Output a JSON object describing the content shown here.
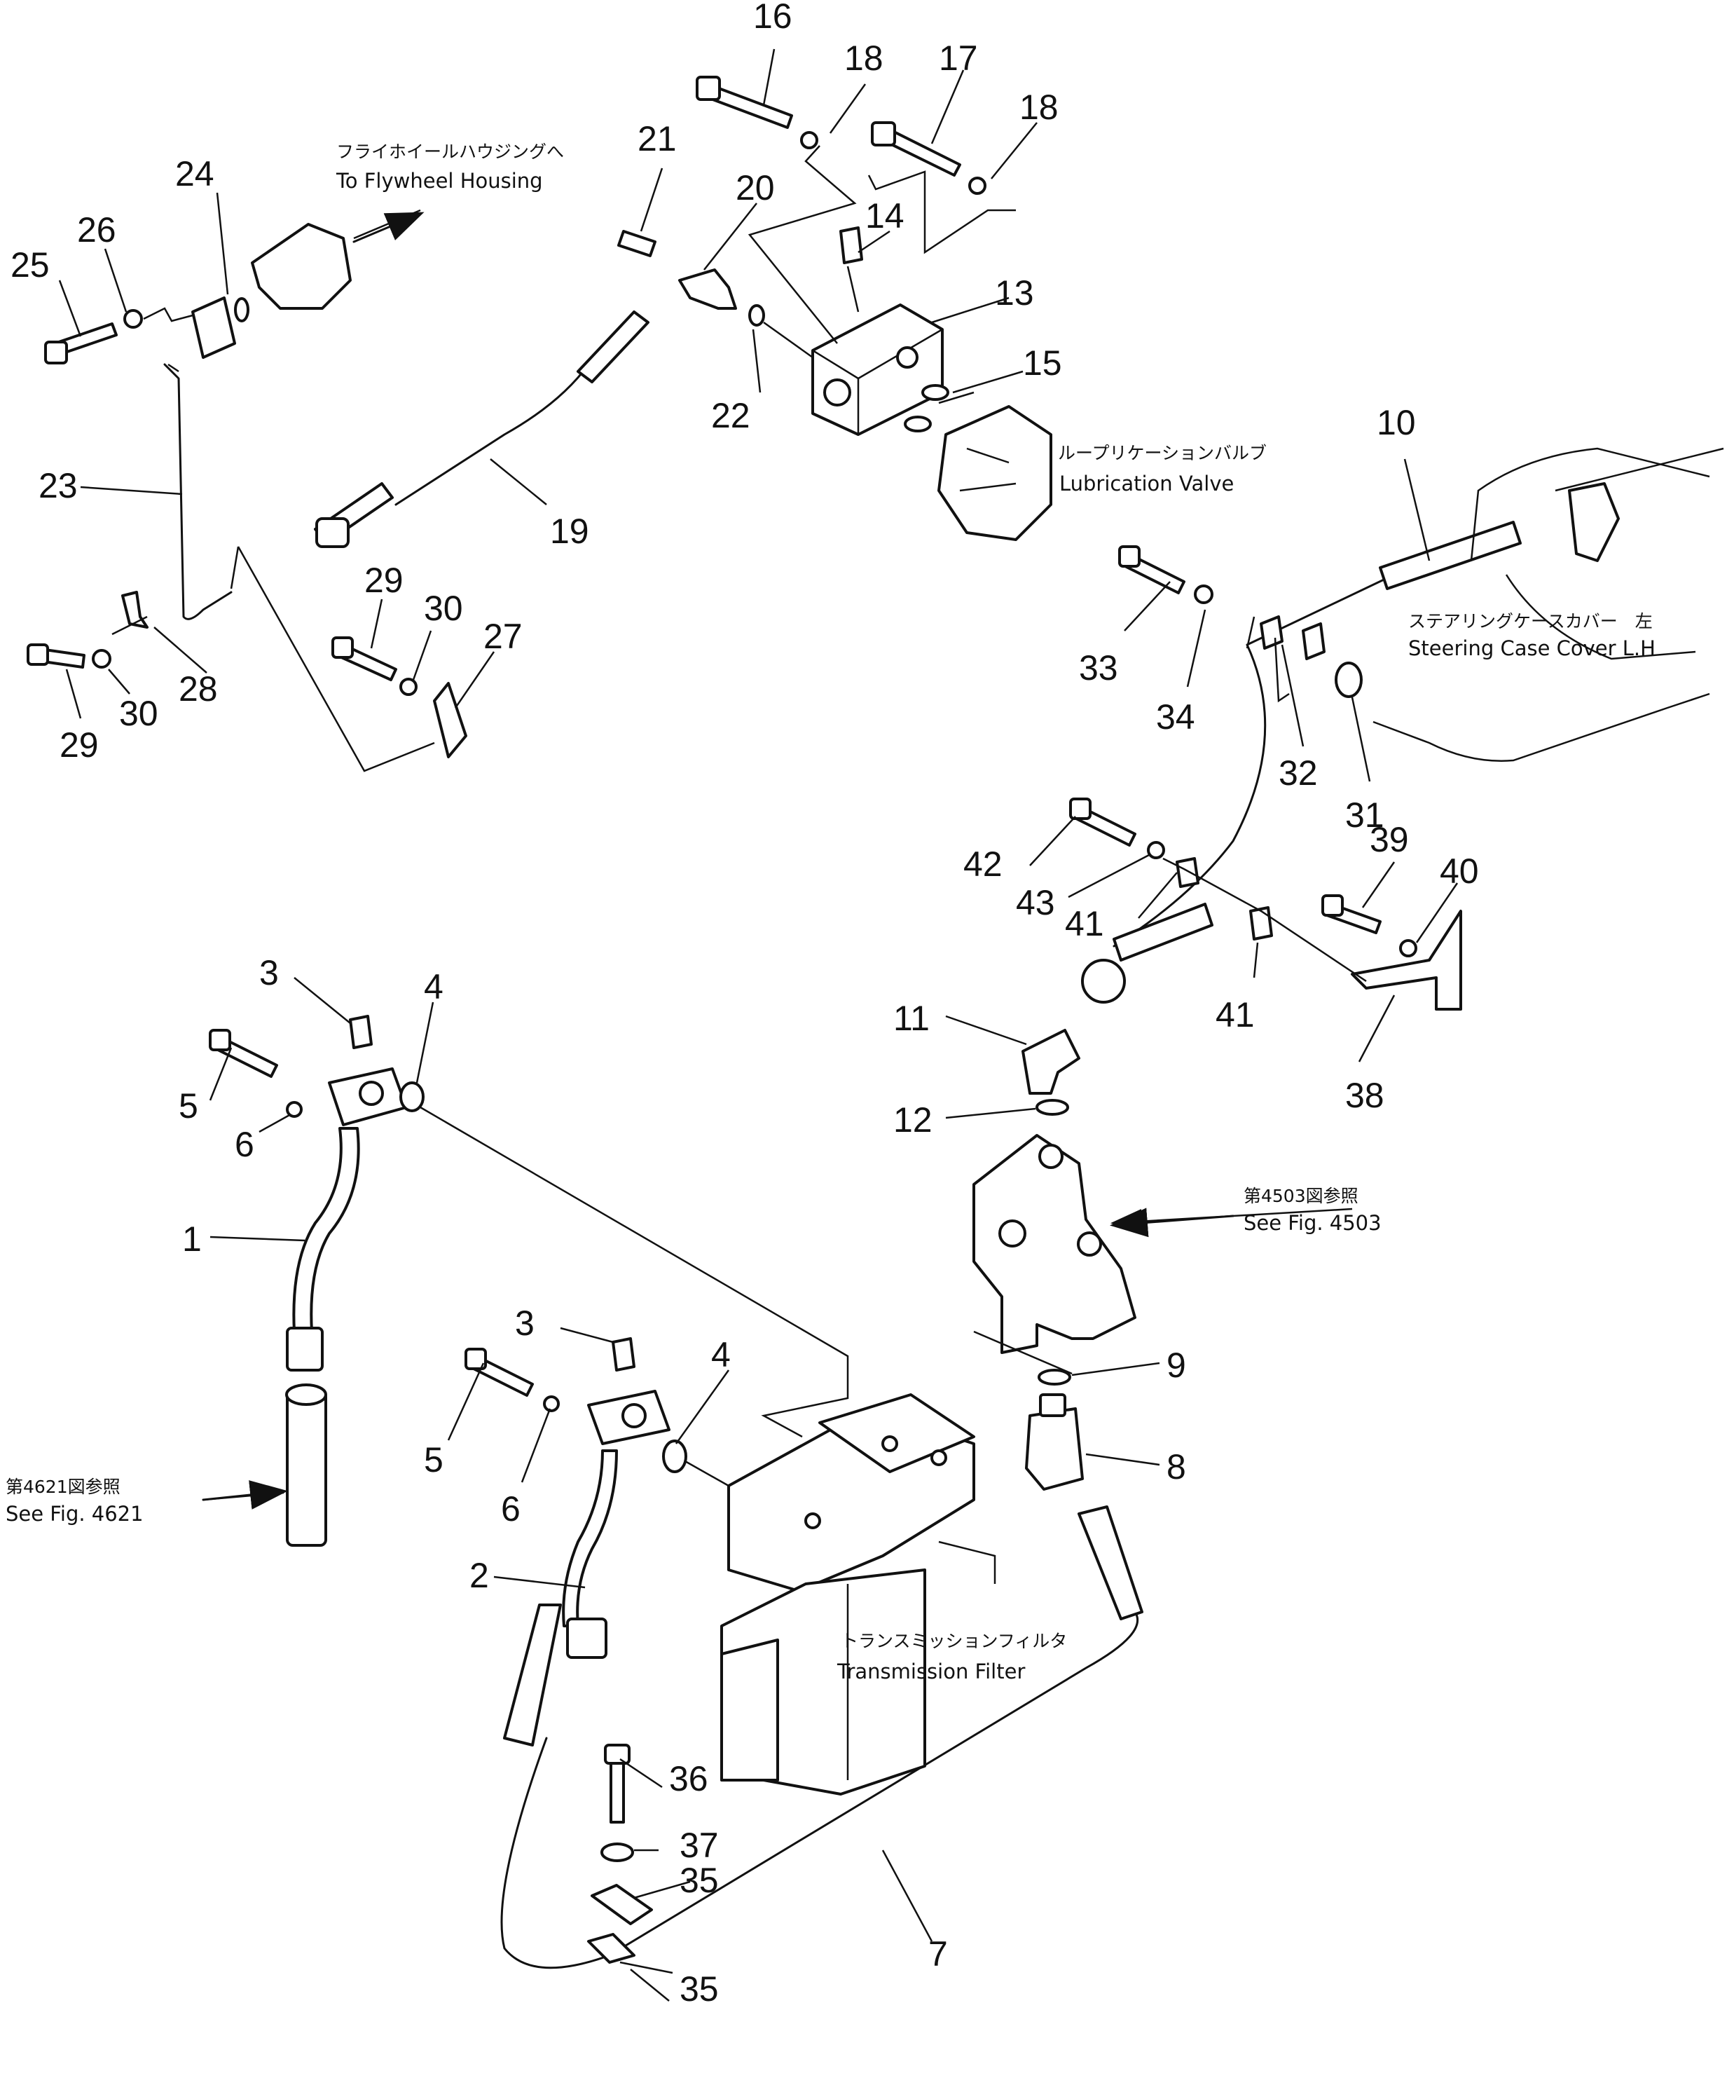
{
  "labels": {
    "n1": "1",
    "n2": "2",
    "n3a": "3",
    "n3b": "3",
    "n4a": "4",
    "n4b": "4",
    "n5a": "5",
    "n5b": "5",
    "n6a": "6",
    "n6b": "6",
    "n7": "7",
    "n8": "8",
    "n9": "9",
    "n10": "10",
    "n11": "11",
    "n12": "12",
    "n13": "13",
    "n14": "14",
    "n15": "15",
    "n16": "16",
    "n17": "17",
    "n18a": "18",
    "n18b": "18",
    "n19": "19",
    "n20": "20",
    "n21": "21",
    "n22": "22",
    "n23": "23",
    "n24": "24",
    "n25": "25",
    "n26": "26",
    "n27": "27",
    "n28": "28",
    "n29a": "29",
    "n29b": "29",
    "n30a": "30",
    "n30b": "30",
    "n31": "31",
    "n32": "32",
    "n33": "33",
    "n34": "34",
    "n35a": "35",
    "n35b": "35",
    "n36": "36",
    "n37": "37",
    "n38": "38",
    "n39": "39",
    "n40": "40",
    "n41a": "41",
    "n41b": "41",
    "n42": "42",
    "n43": "43"
  },
  "captions": {
    "flywheel_jp": "フライホイールハウジングへ",
    "flywheel_en": "To Flywheel Housing",
    "lube_jp": "ループリケーションバルブ",
    "lube_en": "Lubrication Valve",
    "steering_jp": "ステアリングケースカバー　左",
    "steering_en": "Steering Case Cover L.H",
    "fig4503_jp": "第4503図参照",
    "fig4503_en": "See Fig. 4503",
    "fig4621_jp": "第4621図参照",
    "fig4621_en": "See Fig. 4621",
    "filter_jp": "トランスミッションフィルタ",
    "filter_en": "Transmission Filter"
  }
}
